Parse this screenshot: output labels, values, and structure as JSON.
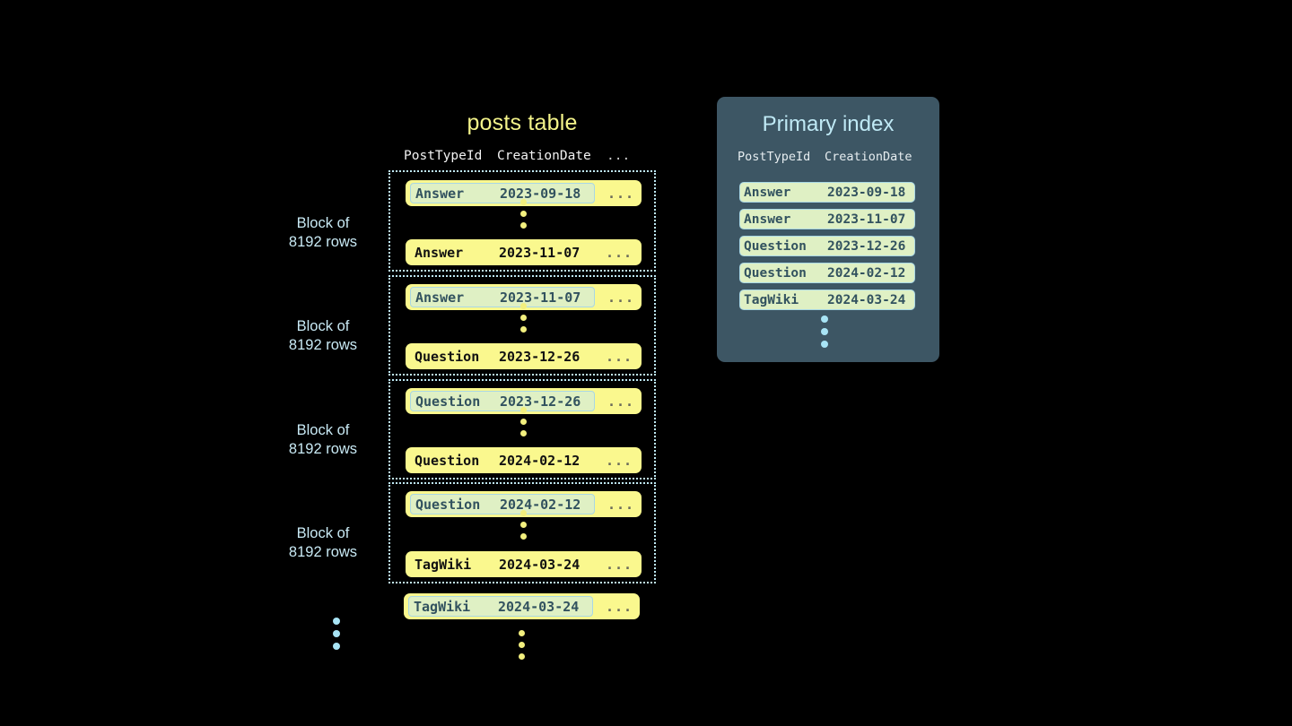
{
  "posts_table": {
    "title": "posts table",
    "columns": [
      "PostTypeId",
      "CreationDate",
      "..."
    ],
    "blocks": [
      {
        "label_line1": "Block of",
        "label_line2": "8192 rows",
        "first_row": {
          "type": "Answer",
          "date": "2023-09-18",
          "more": "...",
          "highlighted": true
        },
        "last_row": {
          "type": "Answer",
          "date": "2023-11-07",
          "more": "...",
          "highlighted": false
        }
      },
      {
        "label_line1": "Block of",
        "label_line2": "8192 rows",
        "first_row": {
          "type": "Answer",
          "date": "2023-11-07",
          "more": "...",
          "highlighted": true
        },
        "last_row": {
          "type": "Question",
          "date": "2023-12-26",
          "more": "...",
          "highlighted": false
        }
      },
      {
        "label_line1": "Block of",
        "label_line2": "8192 rows",
        "first_row": {
          "type": "Question",
          "date": "2023-12-26",
          "more": "...",
          "highlighted": true
        },
        "last_row": {
          "type": "Question",
          "date": "2024-02-12",
          "more": "...",
          "highlighted": false
        }
      },
      {
        "label_line1": "Block of",
        "label_line2": "8192 rows",
        "first_row": {
          "type": "Question",
          "date": "2024-02-12",
          "more": "...",
          "highlighted": true
        },
        "last_row": {
          "type": "TagWiki",
          "date": "2024-03-24",
          "more": "...",
          "highlighted": false
        }
      }
    ],
    "trailing_row": {
      "type": "TagWiki",
      "date": "2024-03-24",
      "more": "...",
      "highlighted": true
    }
  },
  "primary_index": {
    "title": "Primary index",
    "columns": [
      "PostTypeId",
      "CreationDate"
    ],
    "rows": [
      {
        "type": "Answer",
        "date": "2023-09-18"
      },
      {
        "type": "Answer",
        "date": "2023-11-07"
      },
      {
        "type": "Question",
        "date": "2023-12-26"
      },
      {
        "type": "Question",
        "date": "2024-02-12"
      },
      {
        "type": "TagWiki",
        "date": "2024-03-24"
      }
    ]
  },
  "colors": {
    "background": "#000000",
    "row_yellow": "#faf88e",
    "row_highlight": "#dff0c4",
    "highlight_border": "#a9d7e4",
    "accent_blue": "#bfe9f5",
    "title_yellow": "#f4f48a",
    "panel_slate": "#3d5664",
    "dot_yellow": "#f2ef7e",
    "dot_blue": "#a8e4f5"
  }
}
